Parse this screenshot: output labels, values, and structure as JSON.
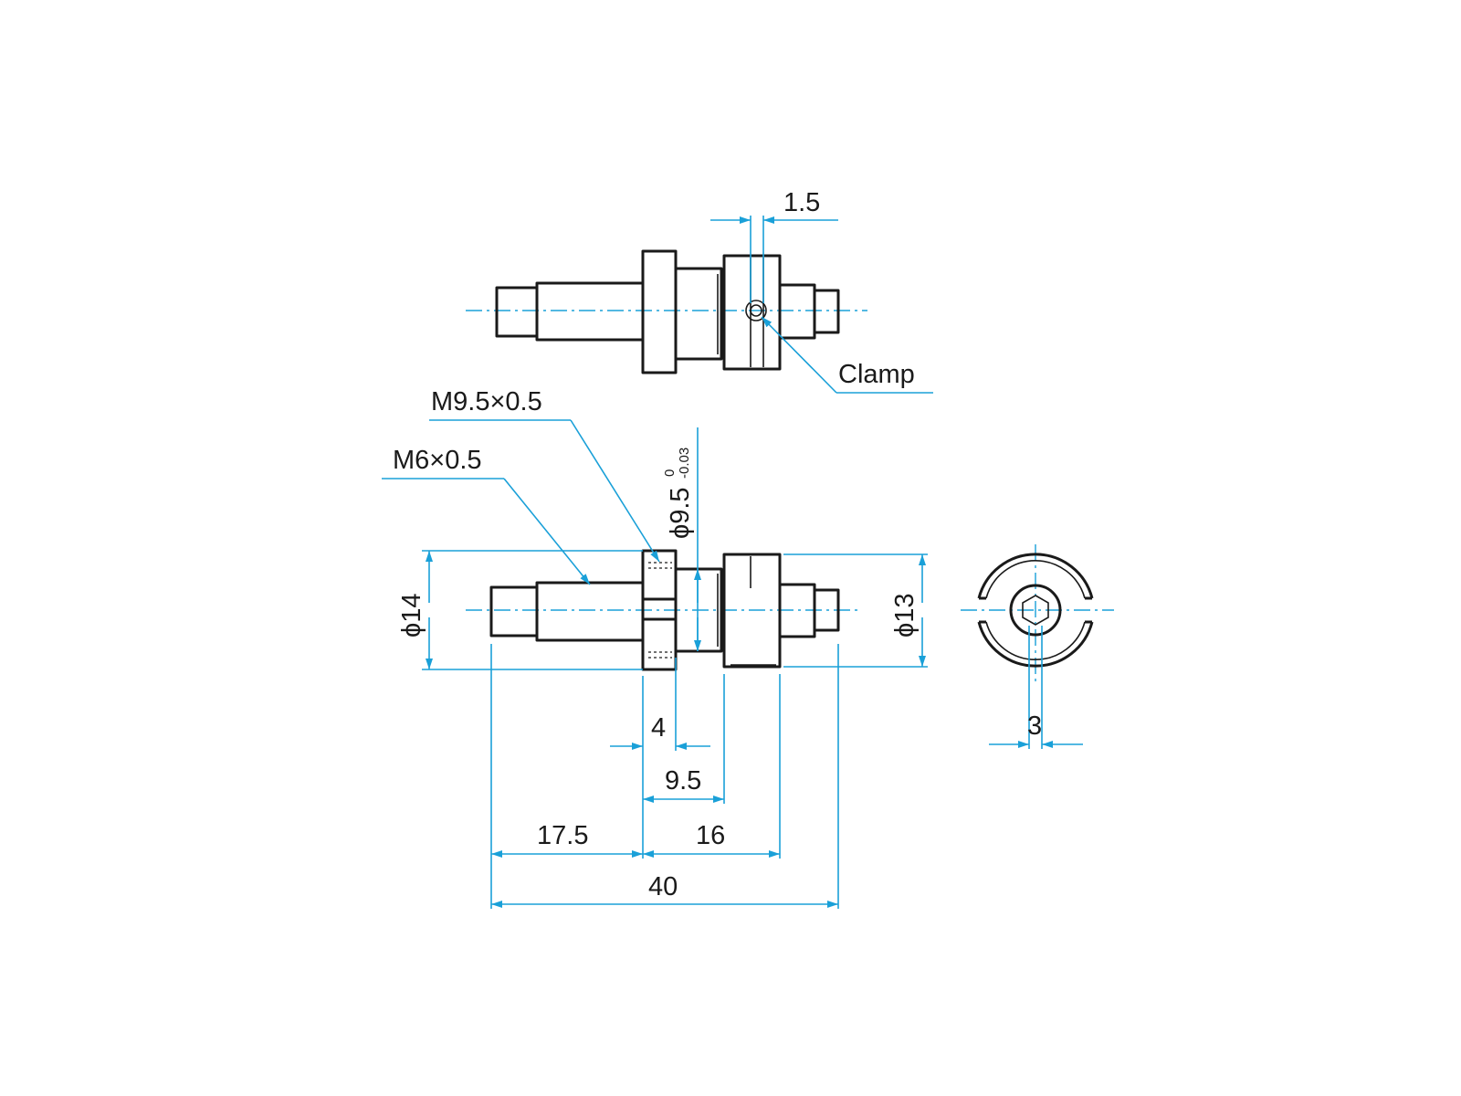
{
  "figure": {
    "top_view": {
      "dimension": "1.5",
      "callout": "Clamp"
    },
    "side_view": {
      "thread_large": "M9.5×0.5",
      "thread_small": "M6×0.5",
      "shaft_dia": "ϕ9.5",
      "shaft_dia_tol_upper": "0",
      "shaft_dia_tol_lower": "-0.03",
      "flange_dia": "ϕ14",
      "clamp_dia": "ϕ13",
      "dim_4": "4",
      "dim_9_5": "9.5",
      "dim_17_5": "17.5",
      "dim_16": "16",
      "dim_40": "40"
    },
    "end_view": {
      "dim_3": "3"
    }
  },
  "colors": {
    "part_outline": "#1a1a1a",
    "dimension_lines": "#1aa0d8"
  }
}
